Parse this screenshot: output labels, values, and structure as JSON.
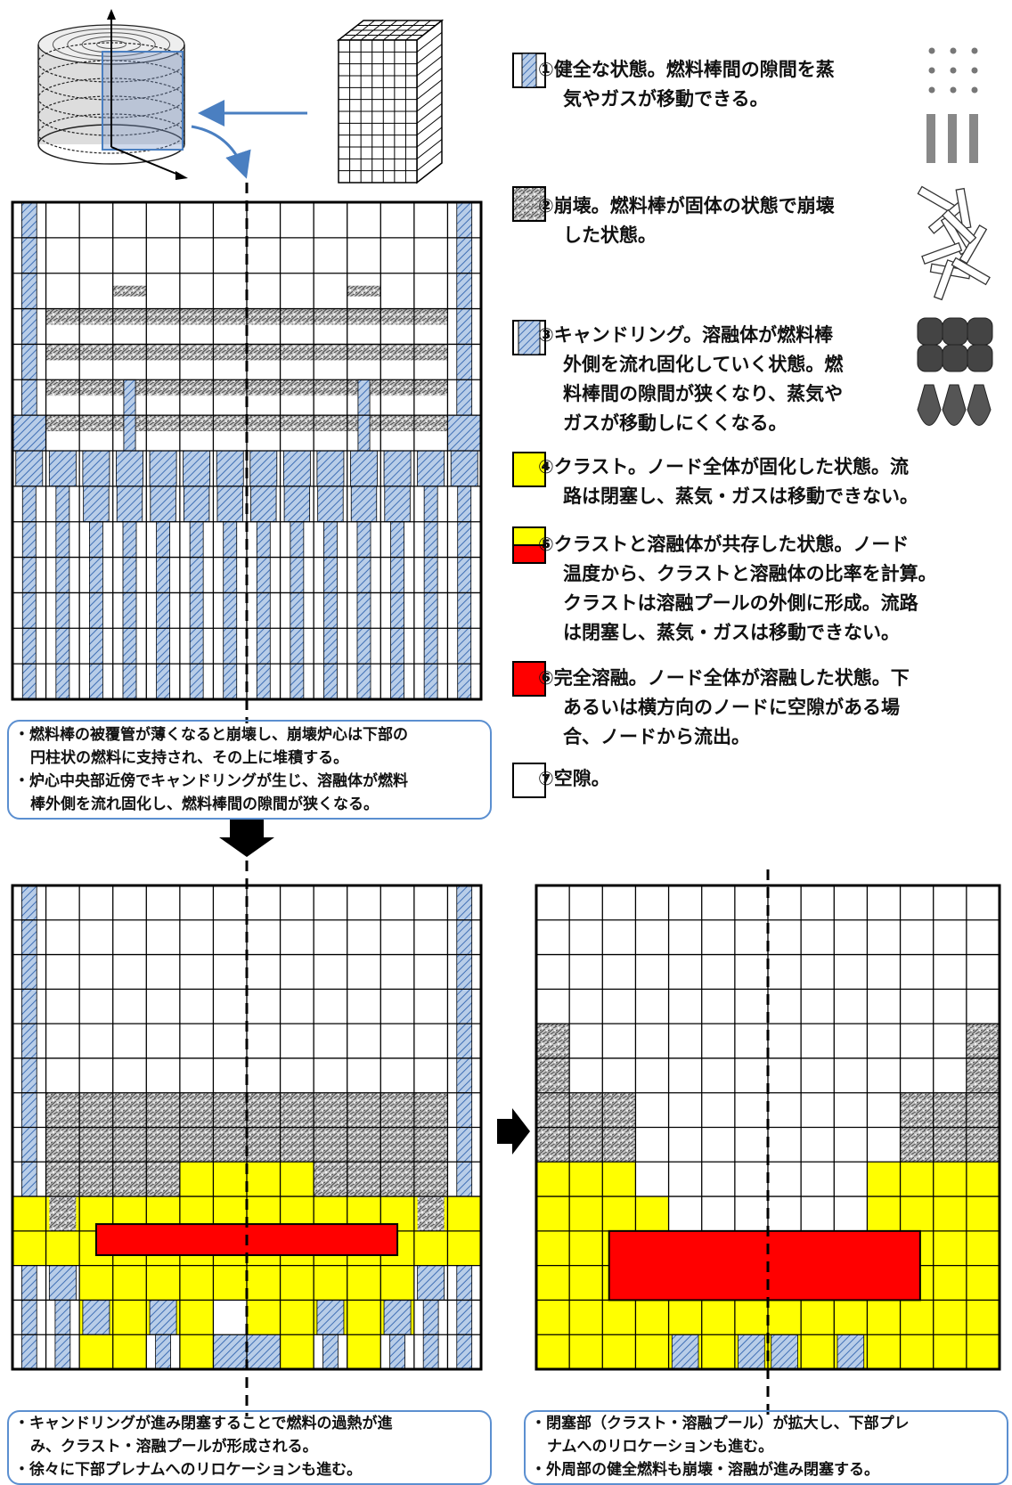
{
  "legend": [
    {
      "id": "healthy",
      "lines": [
        "①健全な状態。燃料棒間の隙間を蒸",
        "気やガスが移動できる。"
      ]
    },
    {
      "id": "collapsed",
      "lines": [
        "②崩壊。燃料棒が固体の状態で崩壊",
        "した状態。"
      ]
    },
    {
      "id": "candling",
      "lines": [
        "③キャンドリング。溶融体が燃料棒",
        "外側を流れ固化していく状態。燃",
        "料棒間の隙間が狭くなり、蒸気や",
        "ガスが移動しにくくなる。"
      ]
    },
    {
      "id": "crust",
      "lines": [
        "④クラスト。ノード全体が固化した状態。流",
        "路は閉塞し、蒸気・ガスは移動できない。"
      ]
    },
    {
      "id": "crust_melt",
      "lines": [
        "⑤クラストと溶融体が共存した状態。ノード",
        "温度から、クラストと溶融体の比率を計算。",
        "クラストは溶融プールの外側に形成。流路",
        "は閉塞し、蒸気・ガスは移動できない。"
      ]
    },
    {
      "id": "melt",
      "lines": [
        "⑥完全溶融。ノード全体が溶融した状態。下",
        "あるいは横方向のノードに空隙がある場",
        "合、ノードから流出。"
      ]
    },
    {
      "id": "void",
      "lines": [
        "⑦空隙。"
      ]
    }
  ],
  "notes": {
    "stage1": [
      "・燃料棒の被覆管が薄くなると崩壊し、崩壊炉心は下部の",
      "円柱状の燃料に支持され、その上に堆積する。",
      "・炉心中央部近傍でキャンドリングが生じ、溶融体が燃料",
      "棒外側を流れ固化し、燃料棒間の隙間が狭くなる。"
    ],
    "stage2": [
      "・キャンドリングが進み閉塞することで燃料の過熱が進",
      "み、クラスト・溶融プールが形成される。",
      "・徐々に下部プレナムへのリロケーションも進む。"
    ],
    "stage3": [
      "・閉塞部（クラスト・溶融プール）が拡大し、下部プレ",
      "ナムへのリロケーションも進む。",
      "・外周部の健全燃料も崩壊・溶融が進み閉塞する。"
    ]
  },
  "colors": {
    "crust": "#ffff00",
    "melt": "#ff0000",
    "healthy_fill": "#b8cde8",
    "healthy_hatch": "#3f6fb5",
    "collapsed_fill": "#c8c8c8",
    "line": "#000000",
    "arrow_blue": "#4a7fc1",
    "bracket_blue": "#5b8fd0"
  }
}
